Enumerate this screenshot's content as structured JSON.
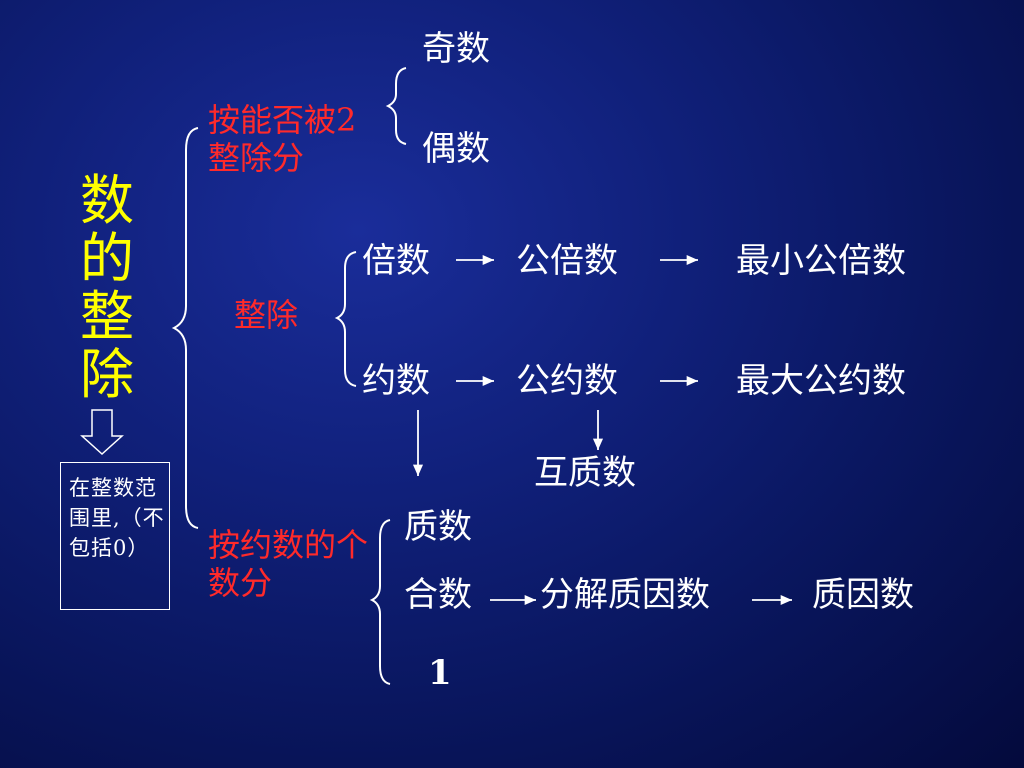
{
  "title": "数的整除",
  "note": "在整数范围里,（不包括0）",
  "categories": {
    "by_two": "按能否被2整除分",
    "divisibility": "整除",
    "by_factor_count": "按约数的个数分"
  },
  "parity": {
    "odd": "奇数",
    "even": "偶数"
  },
  "multiples_row": {
    "multiple": "倍数",
    "common_multiple": "公倍数",
    "lcm": "最小公倍数"
  },
  "factors_row": {
    "factor": "约数",
    "common_factor": "公约数",
    "gcd": "最大公约数"
  },
  "coprime": "互质数",
  "factor_count_types": {
    "prime": "质数",
    "composite": "合数",
    "factorize": "分解质因数",
    "prime_factor": "质因数",
    "one": "1"
  },
  "colors": {
    "title": "#ffff00",
    "category": "#ff2a2a",
    "term": "#ffffff",
    "background": "#0a1660"
  }
}
